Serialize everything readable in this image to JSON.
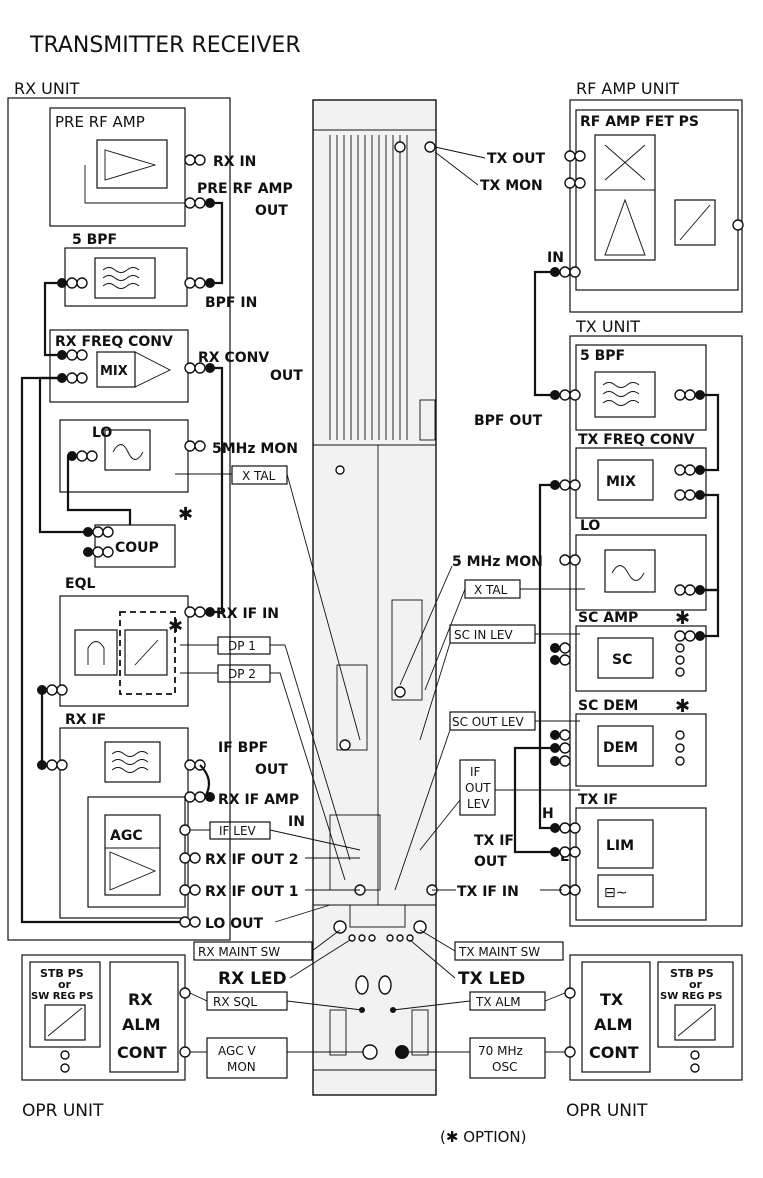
{
  "title": "TRANSMITTER RECEIVER",
  "option_note": "(✱ OPTION)",
  "rx_unit": {
    "title": "RX UNIT",
    "pre_rf_amp": "PRE RF AMP",
    "rx_in": "RX IN",
    "pre_rf_amp_out_1": "PRE RF AMP",
    "pre_rf_amp_out_2": "OUT",
    "bpf": "5 BPF",
    "bpf_in": "BPF IN",
    "rx_freq_conv": "RX FREQ CONV",
    "mix": "MIX",
    "rx_conv_out_1": "RX CONV",
    "rx_conv_out_2": "OUT",
    "lo": "LO",
    "mhz_mon": "5MHz MON",
    "xtal": "X TAL",
    "coup": "COUP",
    "eql": "EQL",
    "rx_if_in": "RX IF IN",
    "dp1": "DP 1",
    "dp2": "DP 2",
    "rx_if": "RX IF",
    "if_bpf_out_1": "IF BPF",
    "if_bpf_out_2": "OUT",
    "agc": "AGC",
    "rx_if_amp_in_1": "RX IF AMP",
    "rx_if_amp_in_2": "IN",
    "if_lev": "IF LEV",
    "rx_if_out2": "RX IF OUT 2",
    "rx_if_out1": "RX IF OUT 1",
    "lo_out": "LO OUT"
  },
  "rf_amp_unit": {
    "title": "RF AMP UNIT",
    "fet_ps": "RF AMP FET PS",
    "tx_out": "TX OUT",
    "tx_mon": "TX MON",
    "in": "IN"
  },
  "tx_unit": {
    "title": "TX UNIT",
    "bpf": "5 BPF",
    "bpf_out": "BPF OUT",
    "tx_freq_conv": "TX FREQ CONV",
    "mix": "MIX",
    "lo": "LO",
    "mhz_mon": "5 MHz MON",
    "xtal": "X TAL",
    "sc_amp": "SC AMP",
    "sc": "SC",
    "sc_in_lev": "SC IN LEV",
    "sc_dem": "SC DEM",
    "dem": "DEM",
    "sc_out_lev": "SC OUT LEV",
    "tx_if": "TX IF",
    "if_out_lev_1": "IF",
    "if_out_lev_2": "OUT",
    "if_out_lev_3": "LEV",
    "h": "H",
    "l": "L",
    "lim": "LIM",
    "tx_if_out_1": "TX IF",
    "tx_if_out_2": "OUT",
    "tx_if_in": "TX IF IN"
  },
  "center": {
    "rx_maint_sw": "RX MAINT SW",
    "tx_maint_sw": "TX MAINT SW",
    "rx_led": "RX LED",
    "tx_led": "TX LED",
    "rx_sql": "RX SQL",
    "tx_alm": "TX ALM",
    "agc_v_1": "AGC V",
    "agc_v_2": "MON",
    "osc_1": "70 MHz",
    "osc_2": "OSC"
  },
  "opr_left": {
    "title": "OPR UNIT",
    "stb_1": "STB PS",
    "stb_2": "or",
    "stb_3": "SW REG PS",
    "alm_1": "RX",
    "alm_2": "ALM",
    "alm_3": "CONT"
  },
  "opr_right": {
    "title": "OPR UNIT",
    "stb_1": "STB PS",
    "stb_2": "or",
    "stb_3": "SW REG PS",
    "alm_1": "TX",
    "alm_2": "ALM",
    "alm_3": "CONT"
  }
}
